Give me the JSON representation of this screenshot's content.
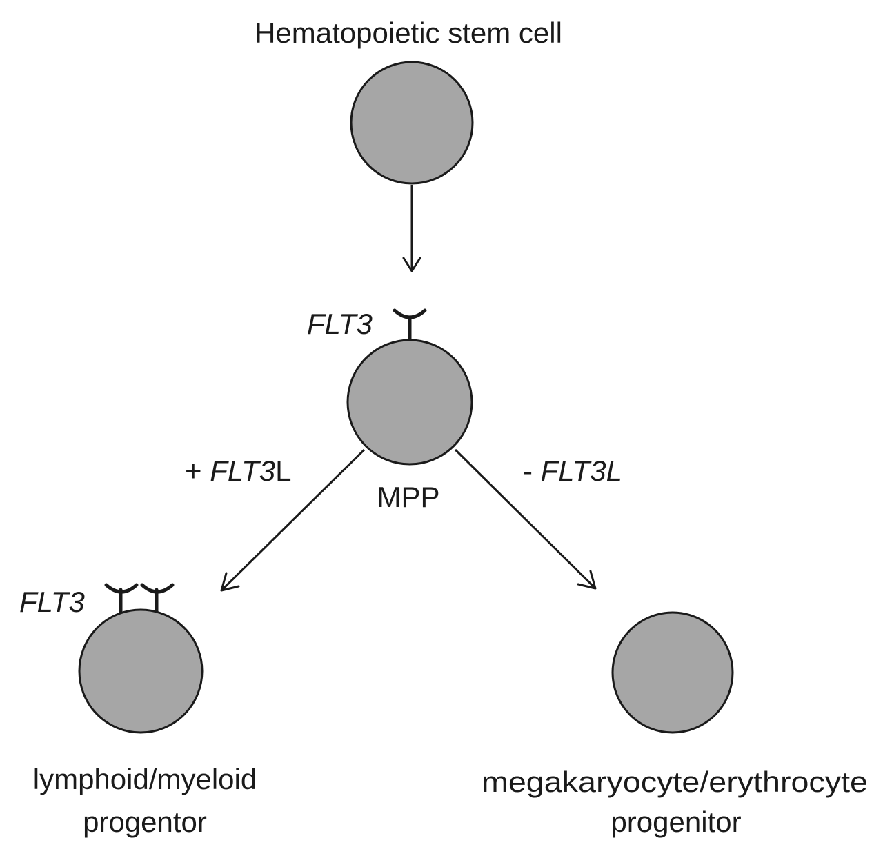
{
  "diagram": {
    "title": "Hematopoietic stem cell",
    "colors": {
      "cell_fill": "#a6a6a6",
      "stroke": "#1a1a1a",
      "background": "#ffffff"
    },
    "nodes": {
      "hsc": {
        "label": "Hematopoietic stem cell"
      },
      "mpp": {
        "label": "MPP",
        "receptor_label": "FLT3"
      },
      "lymphoid": {
        "label_line1": "lymphoid/myeloid",
        "label_line2": "progentor",
        "receptor_label": "FLT3"
      },
      "megakaryocyte": {
        "label_line1": "megakaryocyte/erythrocyte",
        "label_line2": "progenitor"
      }
    },
    "edges": {
      "left": {
        "sign": "+ ",
        "italic": "FLT3",
        "suffix": "L"
      },
      "right": {
        "sign": "- ",
        "italic": "FLT3L"
      }
    }
  }
}
